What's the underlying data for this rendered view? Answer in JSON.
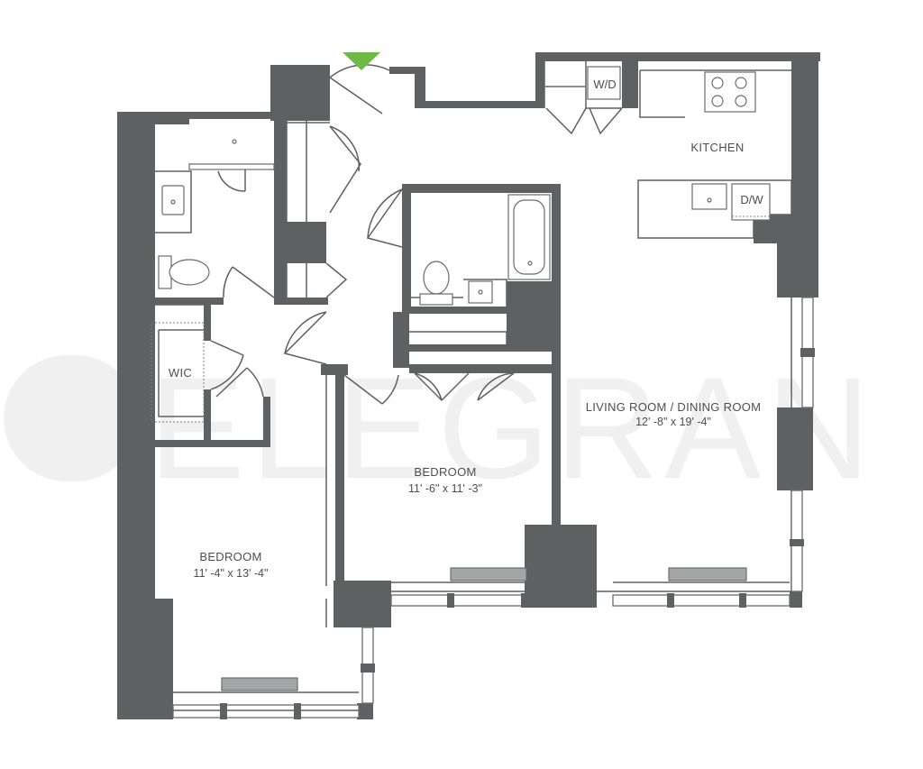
{
  "watermark": {
    "text": "ELEGRAN"
  },
  "rooms": {
    "kitchen": {
      "label": "KITCHEN"
    },
    "living": {
      "label": "LIVING ROOM / DINING ROOM",
      "dims": "12' -8\" x 19' -4\""
    },
    "bedroom_center": {
      "label": "BEDROOM",
      "dims": "11' -6\" x 11' -3\""
    },
    "bedroom_left": {
      "label": "BEDROOM",
      "dims": "11' -4\" x 13' -4\""
    },
    "wic": {
      "label": "WIC"
    }
  },
  "fixtures": {
    "washer_dryer": {
      "label": "W/D"
    },
    "dishwasher": {
      "label": "D/W"
    }
  },
  "entry_marker": {
    "color": "#6dbb45"
  },
  "colors": {
    "wall": "#5f6062",
    "watermark": "#f0f0f0"
  }
}
